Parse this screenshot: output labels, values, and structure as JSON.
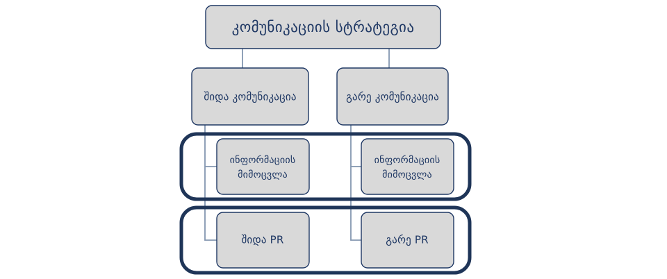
{
  "diagram": {
    "type": "organizational-hierarchy",
    "background_color": "#ffffff",
    "box_fill_color": "#d9d9d9",
    "box_border_color": "#1f3864",
    "group_frame_color": "#1f3558",
    "connector_color": "#8497b0",
    "text_color": "#1f3864",
    "root": {
      "label": "კომუნიკაციის სტრატეგია"
    },
    "level2": [
      {
        "label": "შიდა კომუნიკაცია"
      },
      {
        "label": "გარე კომუნიკაცია"
      }
    ],
    "group_information_exchange": {
      "boxes": [
        {
          "line1": "ინფორმაციის",
          "line2": "მიმოცვლა"
        },
        {
          "line1": "ინფორმაციის",
          "line2": "მიმოცვლა"
        }
      ]
    },
    "group_pr": {
      "boxes": [
        {
          "label": "შიდა PR"
        },
        {
          "label": "გარე PR"
        }
      ]
    }
  }
}
